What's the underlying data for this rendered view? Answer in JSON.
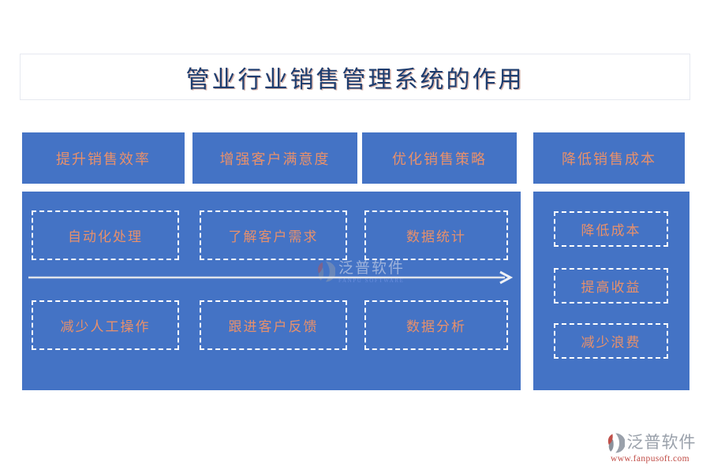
{
  "page": {
    "title": "管业行业销售管理系统的作用"
  },
  "headers": [
    "提升销售效率",
    "增强客户满意度",
    "优化销售策略",
    "降低销售成本"
  ],
  "main_panel": {
    "top_row": [
      "自动化处理",
      "了解客户需求",
      "数据统计"
    ],
    "bottom_row": [
      "减少人工操作",
      "跟进客户反馈",
      "数据分析"
    ]
  },
  "right_panel": {
    "items": [
      "降低成本",
      "提高收益",
      "减少浪费"
    ]
  },
  "watermark": {
    "brand": "泛普软件",
    "brand_en": "FANPU SOFTWARE"
  },
  "footer_logo": {
    "brand": "泛普软件",
    "url": "www.fanpusoft.com"
  },
  "colors": {
    "panel_blue": "#4473C5",
    "accent_text": "#E8906B",
    "title_navy": "#1D3C6E",
    "dashed_border": "#FFFFFF",
    "arrow": "#DFE3EA",
    "logo_gray": "#9AA1AB",
    "logo_red": "#C04B45"
  }
}
